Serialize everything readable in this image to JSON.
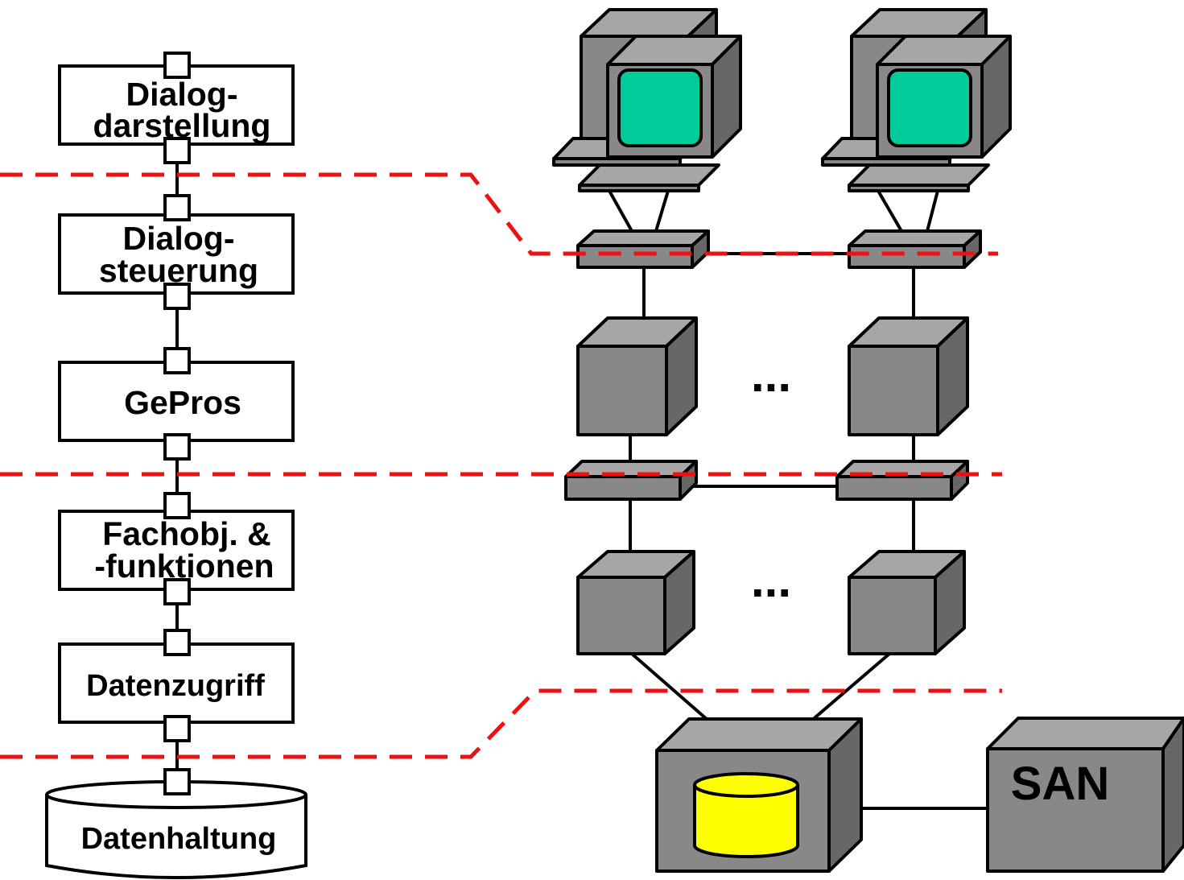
{
  "colors": {
    "stroke": "#000000",
    "box_fill": "#ffffff",
    "device_front": "#888888",
    "device_top": "#a6a6a6",
    "device_side": "#676767",
    "screen": "#00cc99",
    "database": "#ffff00",
    "boundary": "#ee1111"
  },
  "layers": {
    "dialog_presentation": {
      "line1": "Dialog-",
      "line2": "darstellung"
    },
    "dialog_control": {
      "line1": "Dialog-",
      "line2": "steuerung"
    },
    "gepros": {
      "label": "GePros"
    },
    "business_objects": {
      "line1": "Fachobj. &",
      "line2": "-funktionen"
    },
    "data_access": {
      "label": "Datenzugriff"
    },
    "data_storage": {
      "label": "Datenhaltung"
    }
  },
  "infrastructure": {
    "san_label": "SAN",
    "ellipsis": "..."
  },
  "icons": [
    "workstation-icon",
    "network-switch-icon",
    "server-icon",
    "database-server-icon",
    "database-icon",
    "san-storage-icon",
    "interface-port-icon"
  ]
}
